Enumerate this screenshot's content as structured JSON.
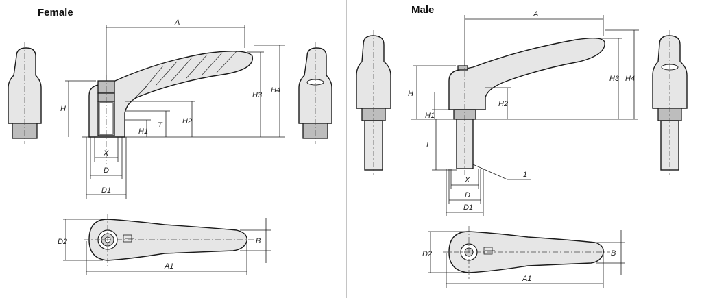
{
  "headings": {
    "female": "Female",
    "male": "Male"
  },
  "female": {
    "labels": {
      "A": "A",
      "H": "H",
      "H1": "H1",
      "H2": "H2",
      "H3": "H3",
      "H4": "H4",
      "T": "T",
      "X": "X",
      "D": "D",
      "D1": "D1",
      "A1": "A1",
      "B": "B",
      "D2": "D2"
    }
  },
  "male": {
    "labels": {
      "A": "A",
      "H": "H",
      "H1": "H1",
      "H2": "H2",
      "H3": "H3",
      "H4": "H4",
      "L": "L",
      "X": "X",
      "D": "D",
      "D1": "D1",
      "A1": "A1",
      "B": "B",
      "D2": "D2",
      "callout": "1"
    }
  },
  "icons": {
    "part_logo": "logo-icon"
  }
}
